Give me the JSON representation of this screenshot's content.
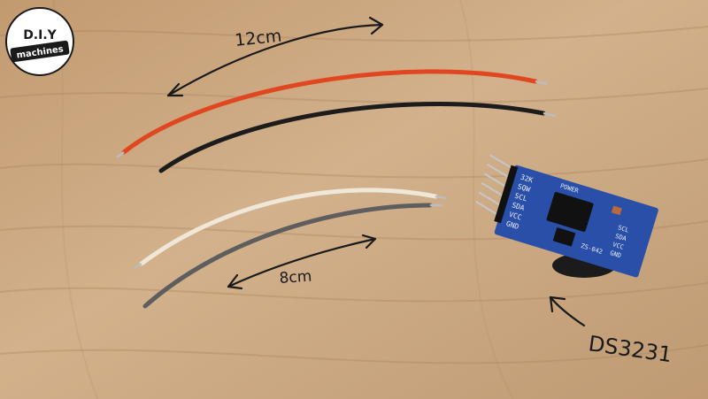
{
  "logo": {
    "top_text": "D.I.Y",
    "bottom_text": "machines",
    "colors": {
      "bg": "#ffffff",
      "ink": "#1a1a1a"
    }
  },
  "annotations": {
    "long_wire_length": "12cm",
    "short_wire_length": "8cm",
    "module_label": "DS3231"
  },
  "wires": [
    {
      "name": "red",
      "color": "#e0461f"
    },
    {
      "name": "black",
      "color": "#1c1c1c"
    },
    {
      "name": "white",
      "color": "#efe7d8"
    },
    {
      "name": "grey",
      "color": "#5e5e5e"
    }
  ],
  "module": {
    "left_pins": [
      "32K",
      "SQW",
      "SCL",
      "SDA",
      "VCC",
      "GND"
    ],
    "right_pins": [
      "SCL",
      "SDA",
      "VCC",
      "GND"
    ],
    "top_label": "POWER",
    "chip_label": "ZS-042",
    "pcb_color": "#2a4fa8"
  }
}
